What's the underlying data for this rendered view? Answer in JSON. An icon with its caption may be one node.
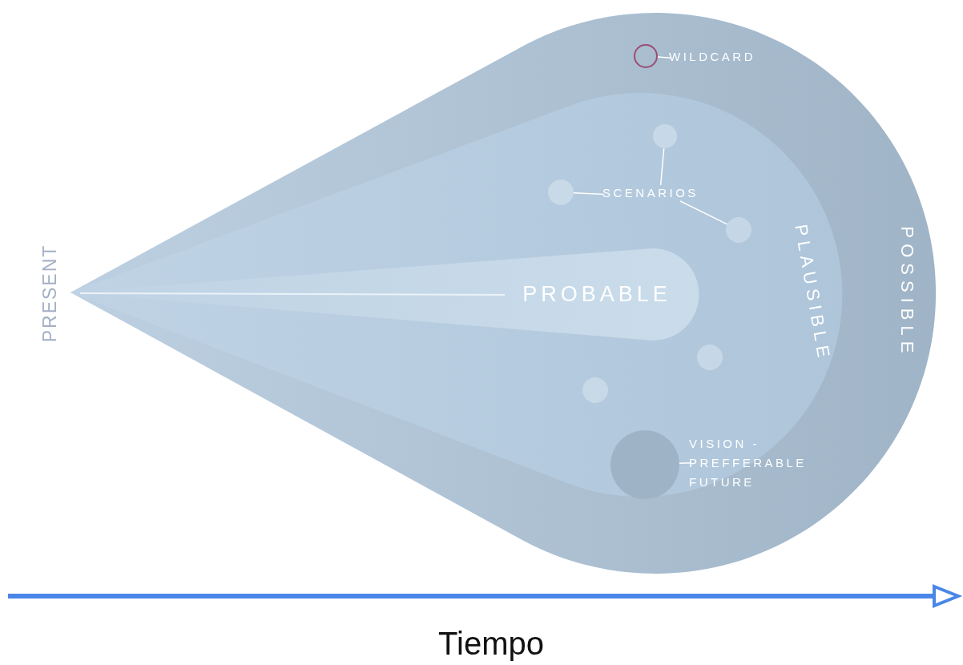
{
  "diagram": {
    "nodes": [
      {
        "text": [
          "POSSIBLE"
        ]
      },
      {
        "text": [
          "PLAUSIBLE"
        ],
        "in": 0
      },
      {
        "text": [
          "PROBABLE"
        ],
        "in": 1
      },
      {
        "text": [],
        "shape": "circle",
        "in": 0
      },
      {
        "text": [
          "WILDCARD"
        ],
        "in": 0
      },
      {
        "text": [],
        "shape": "circle",
        "in": 1
      },
      {
        "text": [],
        "shape": "circle",
        "in": 1
      },
      {
        "text": [],
        "shape": "circle",
        "in": 1
      },
      {
        "text": [
          "SCENARIOS"
        ],
        "in": 1
      },
      {
        "text": [],
        "shape": "circle",
        "in": 1
      },
      {
        "text": [],
        "shape": "circle",
        "in": 1
      },
      {
        "text": [],
        "shape": "circle",
        "in": 1
      },
      {
        "text": [
          "VISION - PREFFERABLE FUTURE"
        ],
        "in": 1
      }
    ],
    "edges": [
      {
        "from": 4,
        "to": 3,
        "arrow": "none"
      },
      {
        "from": 8,
        "to": 6,
        "arrow": "none"
      },
      {
        "from": 8,
        "to": 5,
        "arrow": "none"
      },
      {
        "from": 8,
        "to": 7,
        "arrow": "none"
      },
      {
        "from": 12,
        "to": 11,
        "arrow": "none"
      }
    ],
    "labels": [
      "PRESENT",
      "Tiempo"
    ]
  }
}
